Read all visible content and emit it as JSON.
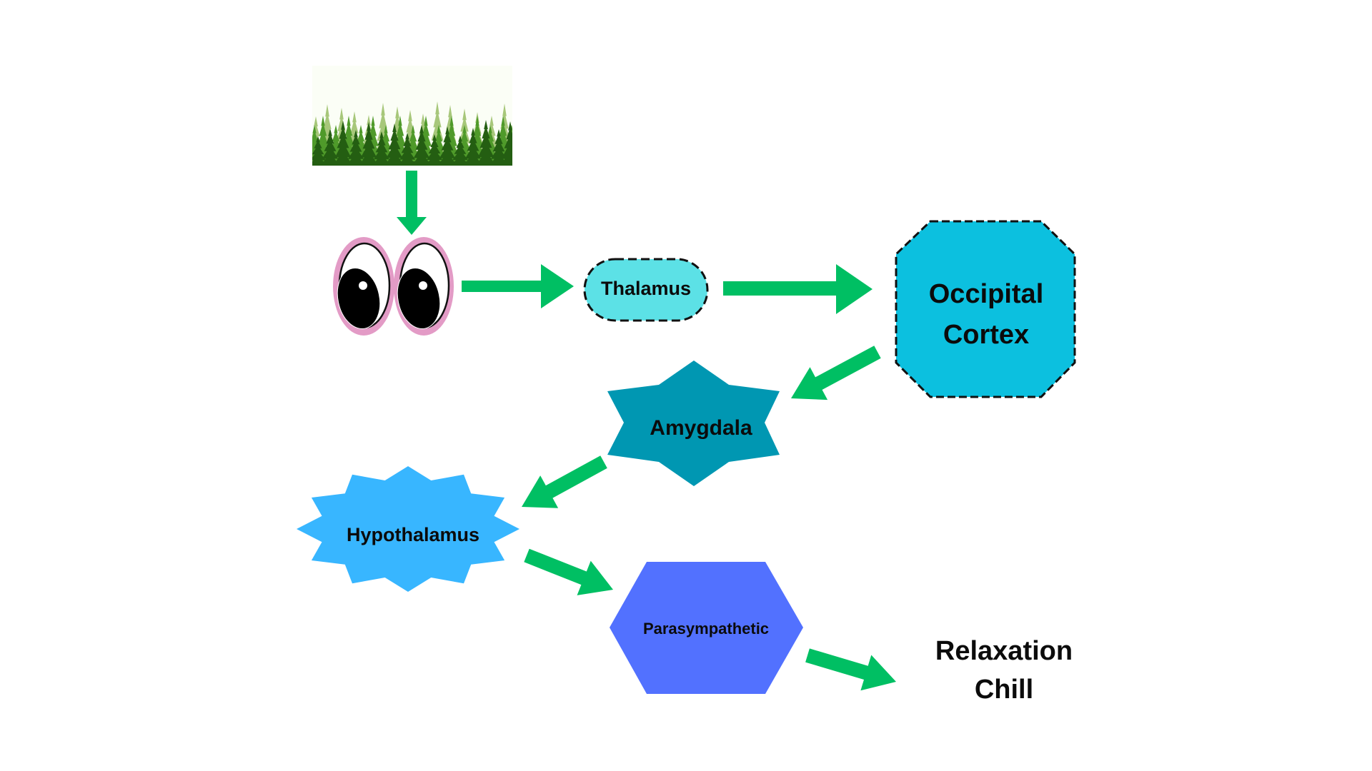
{
  "diagram": {
    "title": "Forest view to relaxation pathway",
    "stimulus": {
      "icon": "forest-icon",
      "description": "Forest of pine trees"
    },
    "receptor": {
      "icon": "eyes-icon",
      "description": "Cartoon eyes"
    },
    "nodes": [
      {
        "id": "thalamus",
        "label": "Thalamus",
        "shape": "dashed-pill",
        "color": "#5ce1e6"
      },
      {
        "id": "occipital",
        "label_lines": [
          "Occipital",
          "Cortex"
        ],
        "shape": "dashed-octagon",
        "color": "#0cc0df"
      },
      {
        "id": "amygdala",
        "label": "Amygdala",
        "shape": "six-point-star",
        "color": "#0097b2"
      },
      {
        "id": "hypothalamus",
        "label": "Hypothalamus",
        "shape": "twelve-point-burst",
        "color": "#38b6ff"
      },
      {
        "id": "parasympathetic",
        "label": "Parasympathetic",
        "shape": "hexagon",
        "color": "#5271ff"
      },
      {
        "id": "relaxation",
        "label_lines": [
          "Relaxation",
          "Chill"
        ],
        "shape": "text"
      }
    ],
    "edges": [
      {
        "from": "forest",
        "to": "eyes"
      },
      {
        "from": "eyes",
        "to": "thalamus"
      },
      {
        "from": "thalamus",
        "to": "occipital"
      },
      {
        "from": "occipital",
        "to": "amygdala"
      },
      {
        "from": "amygdala",
        "to": "hypothalamus"
      },
      {
        "from": "hypothalamus",
        "to": "parasympathetic"
      },
      {
        "from": "parasympathetic",
        "to": "relaxation"
      }
    ],
    "colors": {
      "arrow": "#00bf63",
      "eye_rim": "#e39bc6",
      "outline": "#111111",
      "forest_sky": "#fbfef6",
      "forest_light": "#a7c77a",
      "forest_mid": "#4f9a2a",
      "forest_dark": "#245e12"
    }
  }
}
